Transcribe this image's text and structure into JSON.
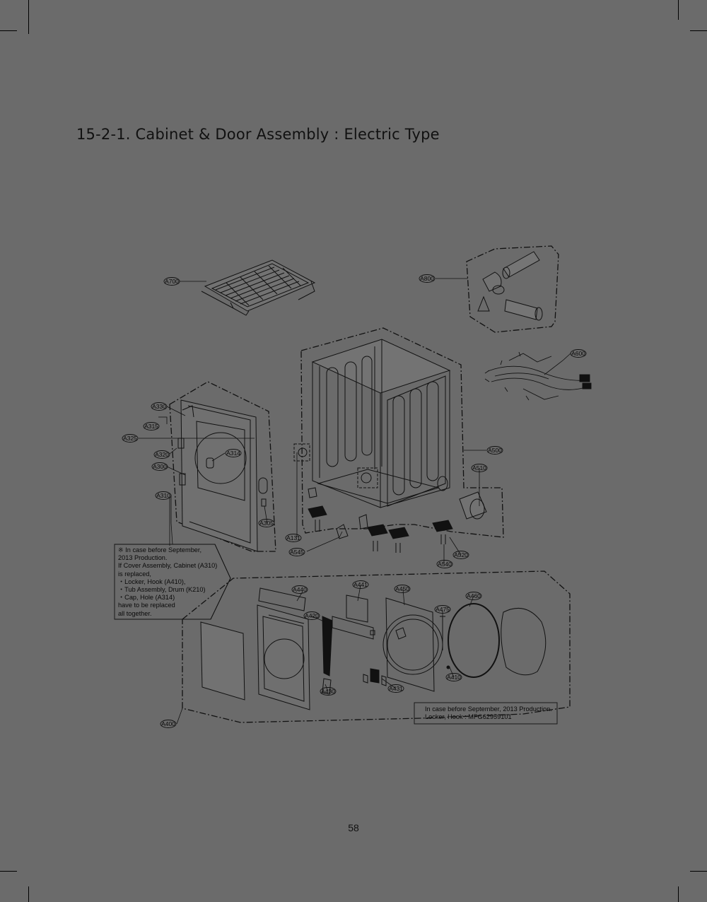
{
  "page": {
    "title": "15-2-1. Cabinet & Door Assembly : Electric Type",
    "page_number": "58"
  },
  "callouts": [
    {
      "key": "A700"
    },
    {
      "key": "A800"
    },
    {
      "key": "A600"
    },
    {
      "key": "A330"
    },
    {
      "key": "A315"
    },
    {
      "key": "A325"
    },
    {
      "key": "A320"
    },
    {
      "key": "A314"
    },
    {
      "key": "A300"
    },
    {
      "key": "A310"
    },
    {
      "key": "A305"
    },
    {
      "key": "A131"
    },
    {
      "key": "A545"
    },
    {
      "key": "A500"
    },
    {
      "key": "A510"
    },
    {
      "key": "A520"
    },
    {
      "key": "A540"
    },
    {
      "key": "A440"
    },
    {
      "key": "A441"
    },
    {
      "key": "A450"
    },
    {
      "key": "A460"
    },
    {
      "key": "A475"
    },
    {
      "key": "A420"
    },
    {
      "key": "A410"
    },
    {
      "key": "A430"
    },
    {
      "key": "A431"
    },
    {
      "key": "A400"
    }
  ],
  "notes": {
    "cabinet_note": [
      "※ In case before September,",
      "2013 Production.",
      "If Cover Assembly, Cabinet (A310)",
      "is replaced,",
      "・Locker, Hook (A410),",
      "・Tub Assembly, Drum (K210)",
      "・Cap, Hole (A314)",
      "have to be replaced",
      "all together."
    ],
    "door_note": [
      "In case before September, 2013 Production.",
      "Locker, Hook : MFG62959101"
    ]
  }
}
